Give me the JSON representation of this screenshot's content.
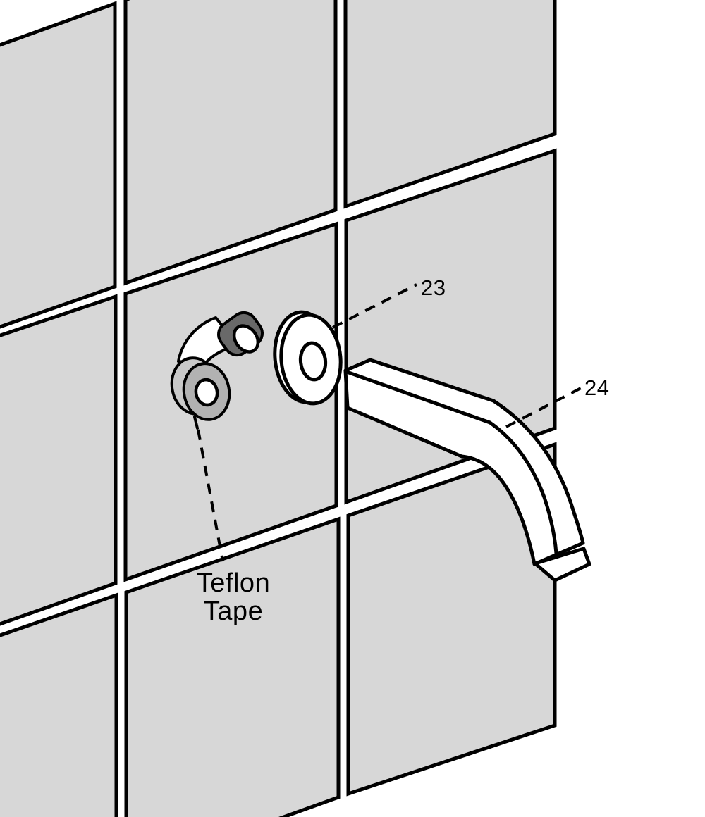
{
  "figure": {
    "background_color": "#ffffff",
    "line_color": "#000000",
    "wall": {
      "tile_color": "#d7d7d7",
      "grout_color": "#ffffff",
      "tile_rows": 3,
      "tile_columns": 3
    },
    "callouts": [
      {
        "label": "23",
        "points_to": "wall escutcheon flange"
      },
      {
        "label": "24",
        "points_to": "spout"
      }
    ],
    "note": {
      "line1": "Teflon",
      "line2": "Tape",
      "points_to": "teflon tape roll"
    },
    "colors": {
      "escutcheon": "#ffffff",
      "spout": "#ffffff",
      "spout_tip": "#ffffff",
      "tape_strip": "#ffffff",
      "tape_roll_face": "#b2b2b2",
      "tape_roll_side": "#c9c9c9",
      "tape_roll_hole": "#ffffff",
      "pipe_stub": "#696969",
      "pipe_mouth": "#ffffff"
    }
  }
}
